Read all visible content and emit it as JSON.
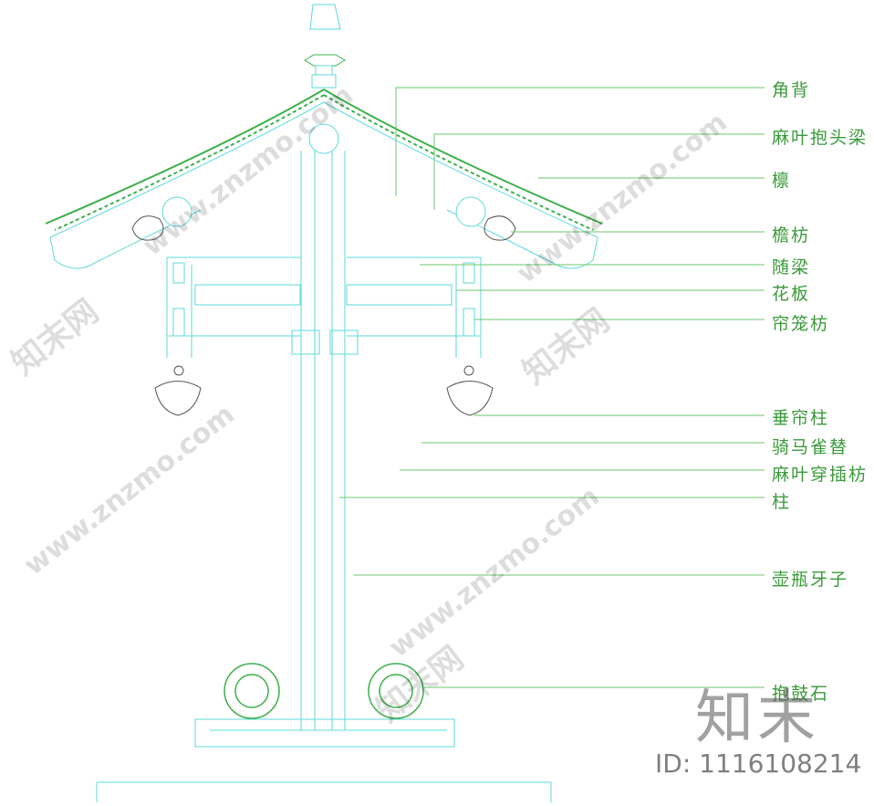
{
  "labels": [
    {
      "text": "角背"
    },
    {
      "text": "麻叶抱头梁"
    },
    {
      "text": "檩"
    },
    {
      "text": "檐枋"
    },
    {
      "text": "随梁"
    },
    {
      "text": "花板"
    },
    {
      "text": "帘笼枋"
    },
    {
      "text": "垂帘柱"
    },
    {
      "text": "骑马雀替"
    },
    {
      "text": "麻叶穿插枋"
    },
    {
      "text": "柱"
    },
    {
      "text": "壶瓶牙子"
    },
    {
      "text": "抱鼓石"
    }
  ],
  "watermark": {
    "site": "www.znzmo.com",
    "brand": "知末",
    "brand_cn_long": "知末网",
    "id_text": "ID: 1116108214"
  },
  "colors": {
    "leader": "#6cc76c",
    "label": "#3a9a3a",
    "cyan": "#5ed9d9",
    "green": "#3db04b"
  }
}
